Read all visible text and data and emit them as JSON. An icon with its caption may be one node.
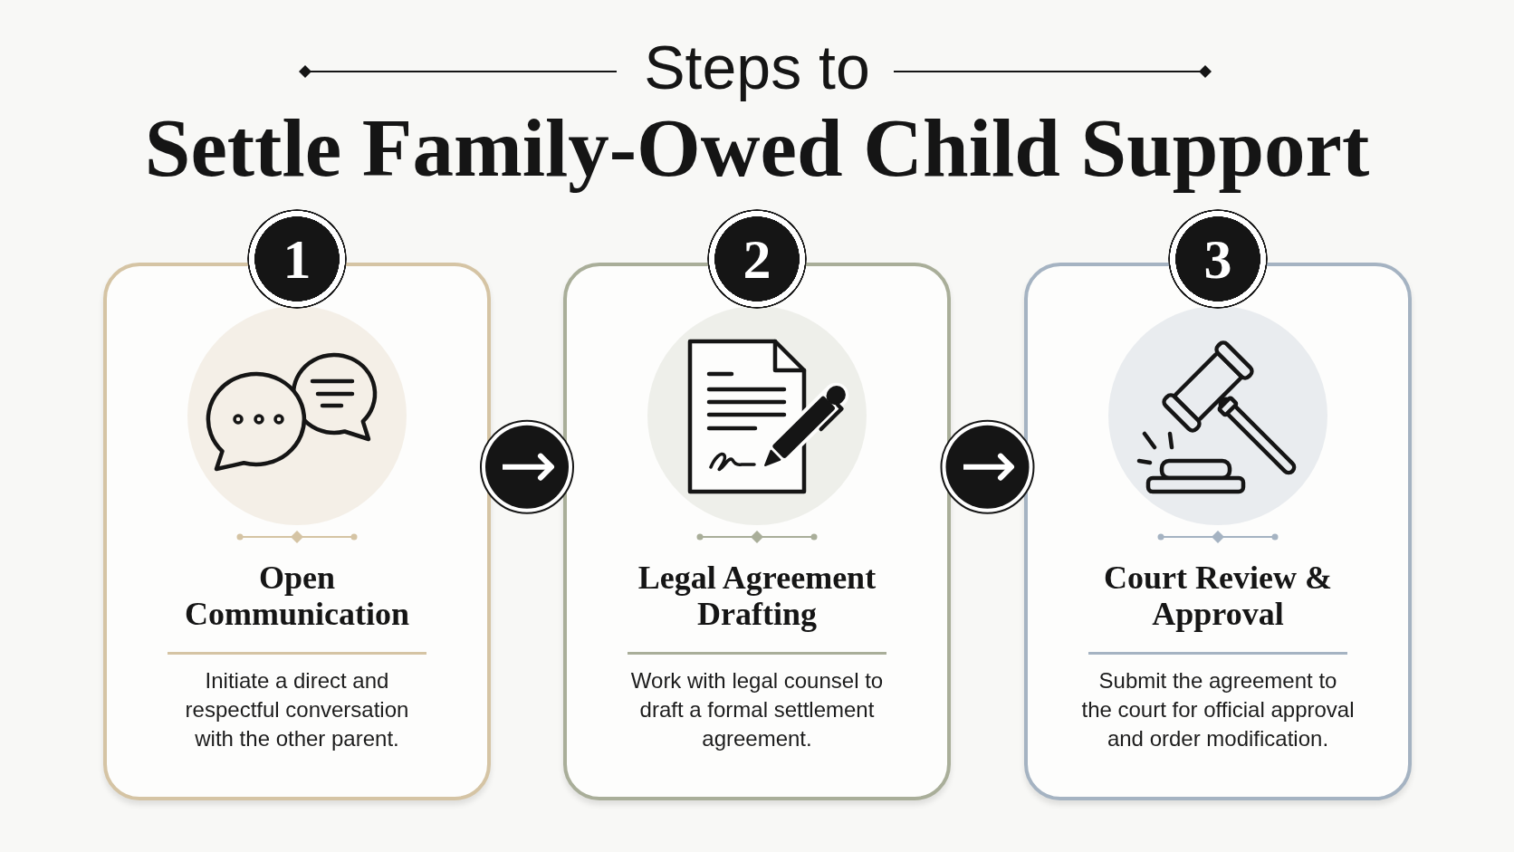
{
  "diagram": {
    "title": "Steps to **Settle Family-Owed Child Support**",
    "nodes": [
      {
        "text": [
          "1",
          "Open Communication",
          "Initiate a direct and respectful conversation with the other parent."
        ]
      },
      {
        "text": [
          "2",
          "Legal Agreement Drafting",
          "Work with legal counsel to draft a formal settlement agreement."
        ]
      },
      {
        "text": [
          "3",
          "Court Review & Approval",
          "Submit the agreement to the court for official approval and order modification."
        ]
      }
    ],
    "edges": [
      {
        "from": 0,
        "to": 1,
        "arrow": "to"
      },
      {
        "from": 1,
        "to": 2,
        "arrow": "to"
      }
    ]
  }
}
